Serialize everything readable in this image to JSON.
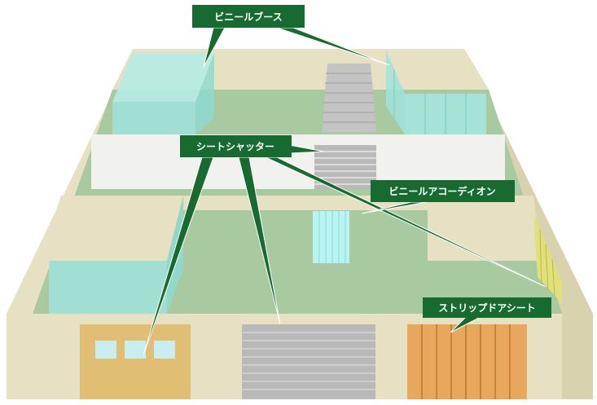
{
  "colors": {
    "floor": "#a9c9a1",
    "wall": "#e6e1c2",
    "wall_shadow": "#d8d2ae",
    "partition": "#f1f1ee",
    "vinyl_booth": "#9fe3da",
    "sheet_shutter": "#b9b9b9",
    "accordion": "#b7f4f2",
    "strip_door": "#e7a75c",
    "strip_line": "#c98136",
    "yellow_curtain": "#e2e07a",
    "door_panel": "#e0bf74",
    "window": "#c9eef0",
    "callout_bg": "#176b30",
    "callout_text": "#ffffff"
  },
  "labels": {
    "vinyl_booth": "ビニールブース",
    "sheet_shutter": "シートシャッター",
    "vinyl_accordion": "ビニールアコーディオン",
    "strip_door_sheet": "ストリップドアシート"
  }
}
